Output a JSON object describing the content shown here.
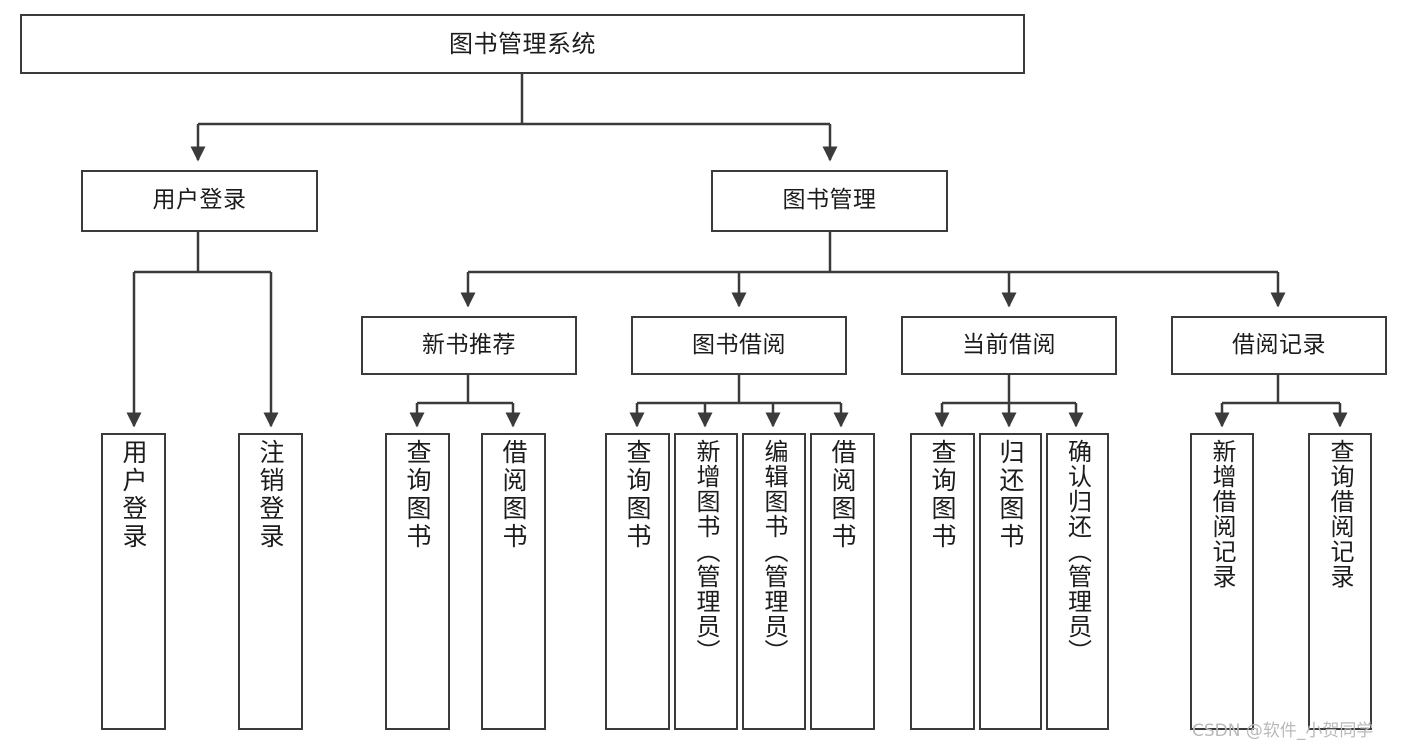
{
  "diagram": {
    "title": "图书管理系统",
    "watermark": "CSDN @软件_小贺同学",
    "line_color": "#3b3b3b",
    "text_color": "#1c1c1c",
    "background": "#ffffff",
    "nodes": {
      "root": "图书管理系统",
      "level2": {
        "user_login": "用户登录",
        "book_manage": "图书管理"
      },
      "level3": {
        "new_book_recommend": "新书推荐",
        "book_borrow": "图书借阅",
        "current_borrow": "当前借阅",
        "borrow_record": "借阅记录"
      },
      "leaves": {
        "user_login_1": "用户登录",
        "user_login_2": "注销登录",
        "recommend_1": "查询图书",
        "recommend_2": "借阅图书",
        "borrow_1": "查询图书",
        "borrow_2": "新增图书（管理员）",
        "borrow_3": "编辑图书（管理员）",
        "borrow_4": "借阅图书",
        "current_1": "查询图书",
        "current_2": "归还图书",
        "current_3": "确认归还（管理员）",
        "record_1": "新增借阅记录",
        "record_2": "查询借阅记录"
      }
    }
  }
}
